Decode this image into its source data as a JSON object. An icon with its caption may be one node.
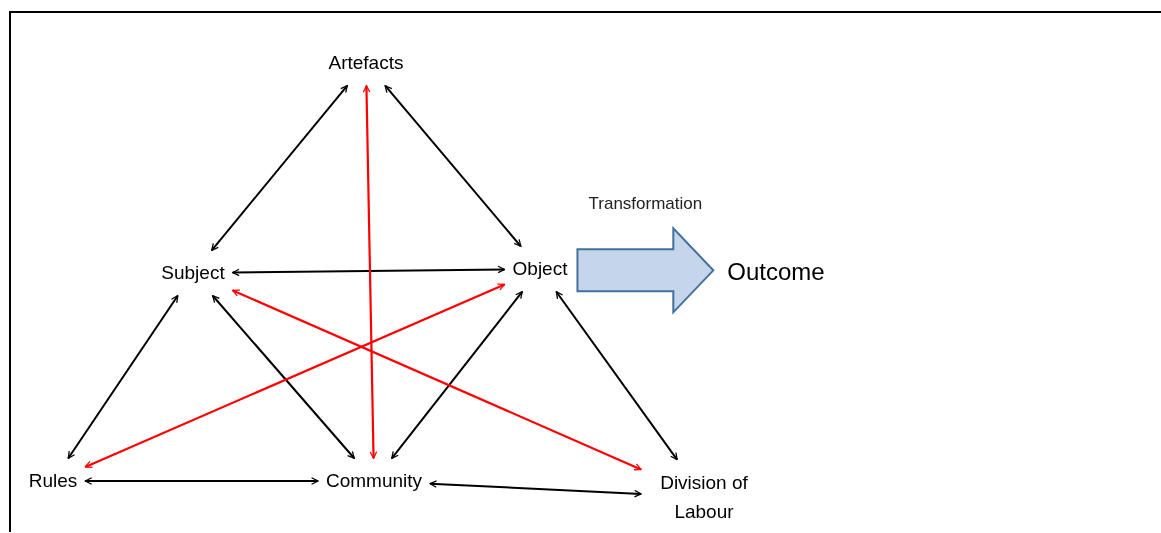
{
  "diagram": {
    "nodes": [
      {
        "text": [
          "Artefacts"
        ]
      },
      {
        "text": [
          "Subject"
        ]
      },
      {
        "text": [
          "Object"
        ]
      },
      {
        "text": [
          "Outcome"
        ]
      },
      {
        "text": [
          "Rules"
        ]
      },
      {
        "text": [
          "Community"
        ]
      },
      {
        "text": [
          "Division of Labour"
        ]
      }
    ],
    "edges": [
      {
        "from": 0,
        "to": 1,
        "arrow": "both"
      },
      {
        "from": 0,
        "to": 2,
        "arrow": "both"
      },
      {
        "from": 1,
        "to": 2,
        "arrow": "both"
      },
      {
        "from": 1,
        "to": 4,
        "arrow": "both"
      },
      {
        "from": 1,
        "to": 5,
        "arrow": "both"
      },
      {
        "from": 2,
        "to": 5,
        "arrow": "both"
      },
      {
        "from": 2,
        "to": 6,
        "arrow": "both"
      },
      {
        "from": 4,
        "to": 5,
        "arrow": "both"
      },
      {
        "from": 5,
        "to": 6,
        "arrow": "both"
      },
      {
        "from": 0,
        "to": 5,
        "arrow": "both",
        "color": "#ff0000"
      },
      {
        "from": 1,
        "to": 6,
        "arrow": "both",
        "color": "#ff0000"
      },
      {
        "from": 2,
        "to": 4,
        "arrow": "both",
        "color": "#ff0000"
      },
      {
        "from": 2,
        "to": 3,
        "arrow": "to",
        "style": "thick",
        "color": "#c5d6ea",
        "label": "Transformation"
      }
    ]
  }
}
